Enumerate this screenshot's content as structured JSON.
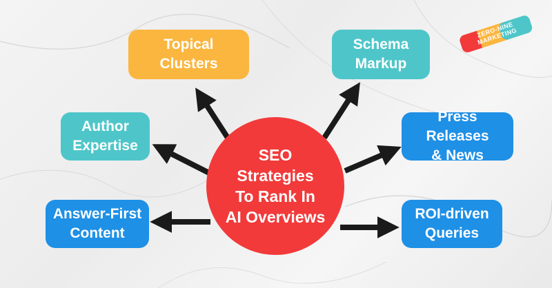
{
  "hub": {
    "lines": [
      "SEO",
      "Strategies",
      "To Rank In",
      "AI Overviews"
    ],
    "color": "#f23a3a"
  },
  "nodes": {
    "topical_clusters": {
      "lines": [
        "Topical",
        "Clusters"
      ],
      "color": "#fbb640"
    },
    "schema_markup": {
      "lines": [
        "Schema",
        "Markup"
      ],
      "color": "#4ec6c9"
    },
    "author_expertise": {
      "lines": [
        "Author",
        "Expertise"
      ],
      "color": "#4ec6c9"
    },
    "press_releases": {
      "lines": [
        "Press Releases",
        "& News"
      ],
      "color": "#1e90e6"
    },
    "answer_first": {
      "lines": [
        "Answer-First",
        "Content"
      ],
      "color": "#1e90e6"
    },
    "roi_driven": {
      "lines": [
        "ROI-driven",
        "Queries"
      ],
      "color": "#1e90e6"
    }
  },
  "arrow_color": "#1a1a1a",
  "logo": {
    "line1": "ZERO-NINE",
    "line2": "MARKETING",
    "colors": [
      "#f23a3a",
      "#fbb640",
      "#4ec6c9"
    ]
  }
}
